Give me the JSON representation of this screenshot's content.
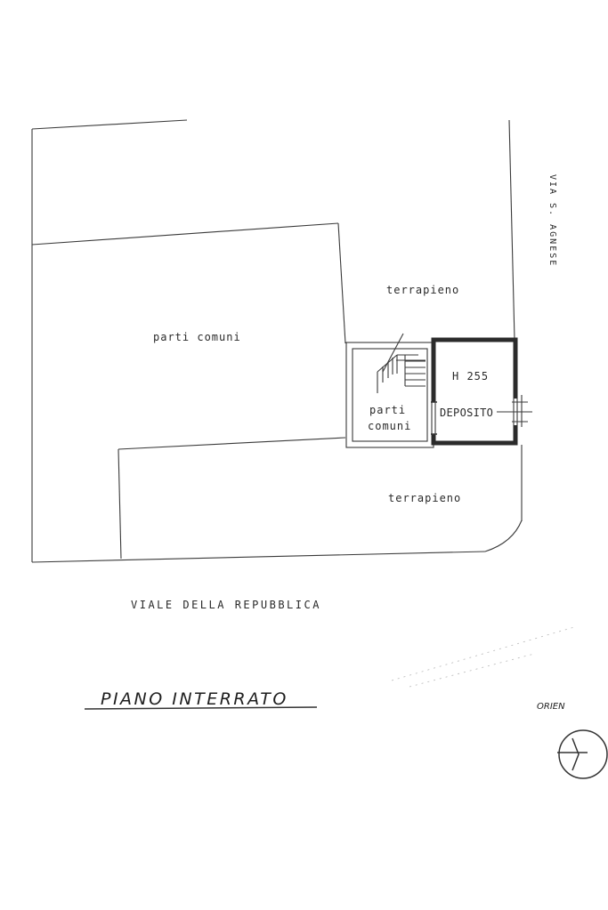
{
  "plan": {
    "labels": {
      "parti_comuni_main": "parti comuni",
      "terrapieno_top": "terrapieno",
      "terrapieno_bottom": "terrapieno",
      "parti_comuni_small_line1": "parti",
      "parti_comuni_small_line2": "comuni",
      "room_height": "H 255",
      "room_name": "DEPOSITO"
    },
    "streets": {
      "bottom": "VIALE DELLA REPUBBLICA",
      "right": "VIA S. AGNESE"
    },
    "title": "PIANO INTERRATO",
    "orientation_label": "ORIEN"
  }
}
